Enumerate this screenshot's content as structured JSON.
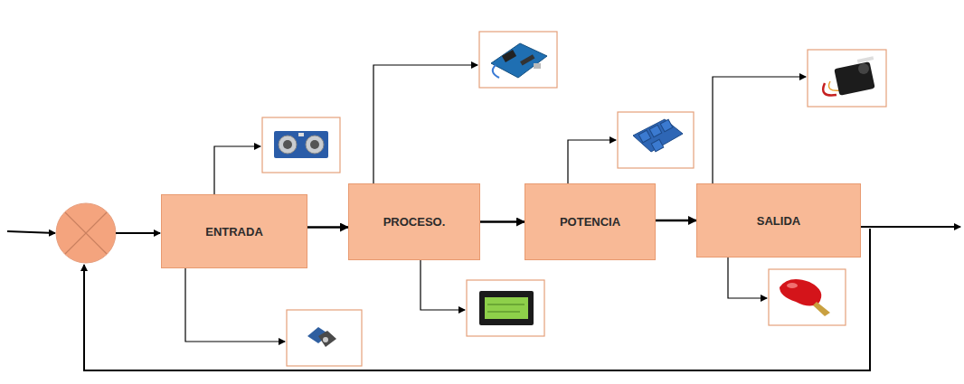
{
  "diagram": {
    "nodes": [
      {
        "text": [
          "ENTRADA"
        ]
      },
      {
        "text": [
          "PROCESO."
        ]
      },
      {
        "text": [
          "POTENCIA"
        ]
      },
      {
        "text": [
          "SALIDA"
        ]
      }
    ],
    "edges": [
      {
        "from": 0,
        "to": 1,
        "arrow": "to"
      },
      {
        "from": 1,
        "to": 2,
        "arrow": "to"
      },
      {
        "from": 2,
        "to": 3,
        "arrow": "to"
      }
    ]
  }
}
